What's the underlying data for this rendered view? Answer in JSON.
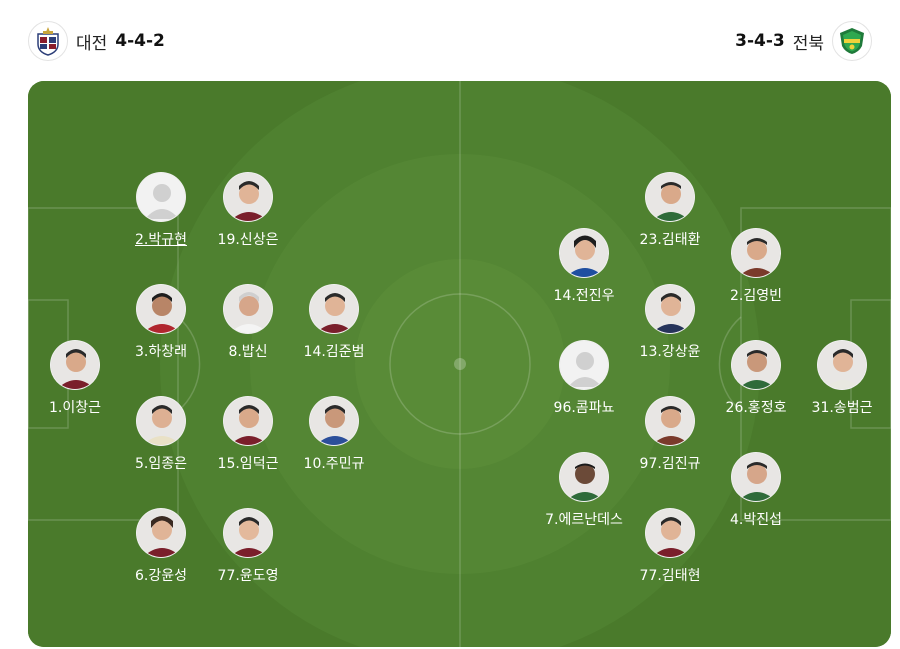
{
  "home": {
    "name": "대전",
    "formation": "4-4-2"
  },
  "away": {
    "name": "전북",
    "formation": "3-4-3"
  },
  "colors": {
    "pitch": "#4a7a2b",
    "home_kit": "#7a1f2b",
    "away_kit": "#2f6b3a"
  },
  "home_players": [
    {
      "label": "1.이창근"
    },
    {
      "label": "2.박규현"
    },
    {
      "label": "19.신상은"
    },
    {
      "label": "3.하창래"
    },
    {
      "label": "8.밥신"
    },
    {
      "label": "14.김준범"
    },
    {
      "label": "5.임종은"
    },
    {
      "label": "15.임덕근"
    },
    {
      "label": "10.주민규"
    },
    {
      "label": "6.강윤성"
    },
    {
      "label": "77.윤도영"
    }
  ],
  "away_players": [
    {
      "label": "23.김태환"
    },
    {
      "label": "14.전진우"
    },
    {
      "label": "2.김영빈"
    },
    {
      "label": "13.강상윤"
    },
    {
      "label": "96.콤파뇨"
    },
    {
      "label": "26.홍정호"
    },
    {
      "label": "31.송범근"
    },
    {
      "label": "97.김진규"
    },
    {
      "label": "7.에르난데스"
    },
    {
      "label": "4.박진섭"
    },
    {
      "label": "77.김태현"
    }
  ]
}
